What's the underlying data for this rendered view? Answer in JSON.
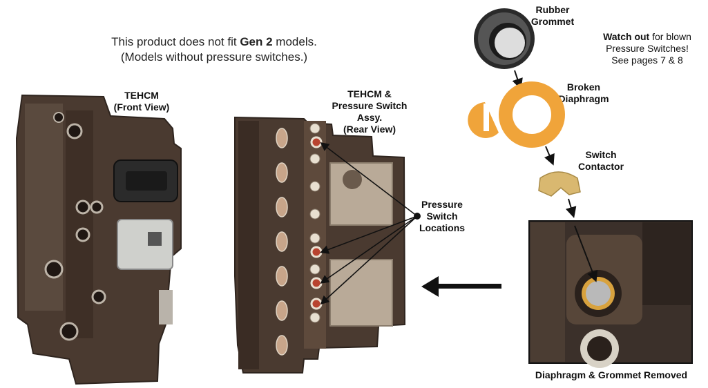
{
  "fit_note": {
    "line1_pre": "This product does not fit ",
    "line1_bold": "Gen 2",
    "line1_post": " models.",
    "line2": "(Models without pressure switches.)"
  },
  "labels": {
    "front_view": [
      "TEHCM",
      "(Front View)"
    ],
    "rear_view": [
      "TEHCM &",
      "Pressure Switch",
      "Assy.",
      "(Rear View)"
    ],
    "rubber_grommet": [
      "Rubber",
      "Grommet"
    ],
    "broken_diaphragm": [
      "Broken",
      "Diaphragm"
    ],
    "switch_contactor": [
      "Switch",
      "Contactor"
    ],
    "pressure_switch_locations": [
      "Pressure",
      "Switch",
      "Locations"
    ]
  },
  "warning": {
    "bold": "Watch out",
    "rest1": " for blown",
    "line2": "Pressure Switches!",
    "line3": "See pages 7 & 8"
  },
  "caption": "Diaphragm & Grommet Removed",
  "colors": {
    "casting": "#4a3a30",
    "casting_dark": "#2e241e",
    "plate": "#b9aa98",
    "diaphragm": "#f0a43a",
    "contactor": "#d9b870",
    "grommet": "#2a2a2a",
    "switch_red": "#b8432f"
  }
}
